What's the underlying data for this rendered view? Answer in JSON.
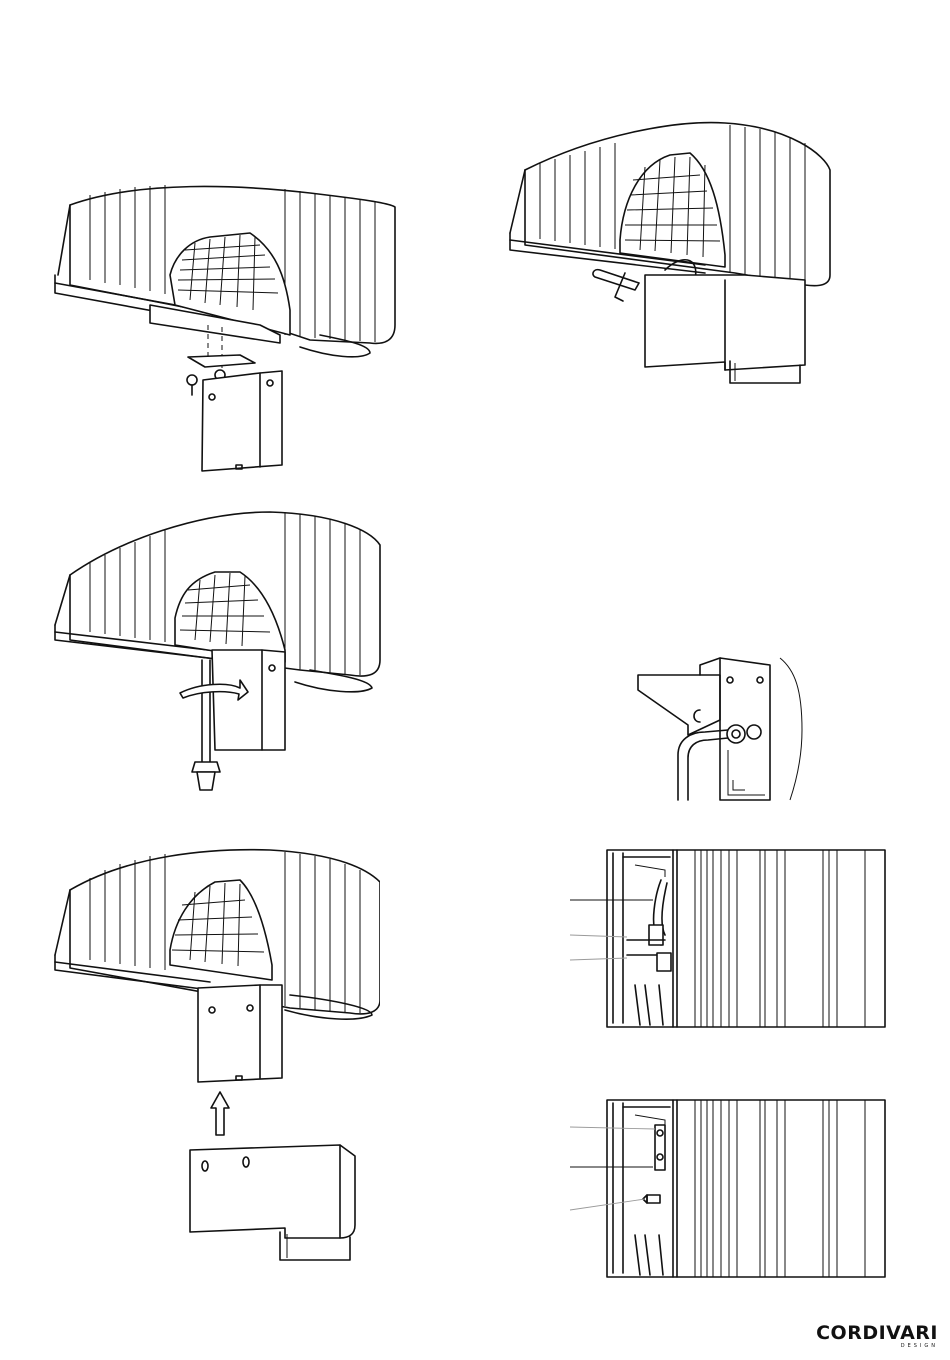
{
  "brand": {
    "name": "CORDIVARI",
    "tagline": "DESIGN",
    "color": "#111111"
  },
  "figures": [
    {
      "id": "step-1",
      "description_icon": "bracket-fixing-screws"
    },
    {
      "id": "step-2",
      "description_icon": "unit-mounted-with-tube"
    },
    {
      "id": "step-3",
      "description_icon": "rotate-connection-arrow"
    },
    {
      "id": "step-4",
      "description_icon": "detail-connection"
    },
    {
      "id": "step-5",
      "description_icon": "cover-insert-up-arrow"
    },
    {
      "id": "step-6",
      "description_icon": "section-view-three-leaders"
    },
    {
      "id": "step-7",
      "description_icon": "section-view-three-leaders"
    }
  ]
}
